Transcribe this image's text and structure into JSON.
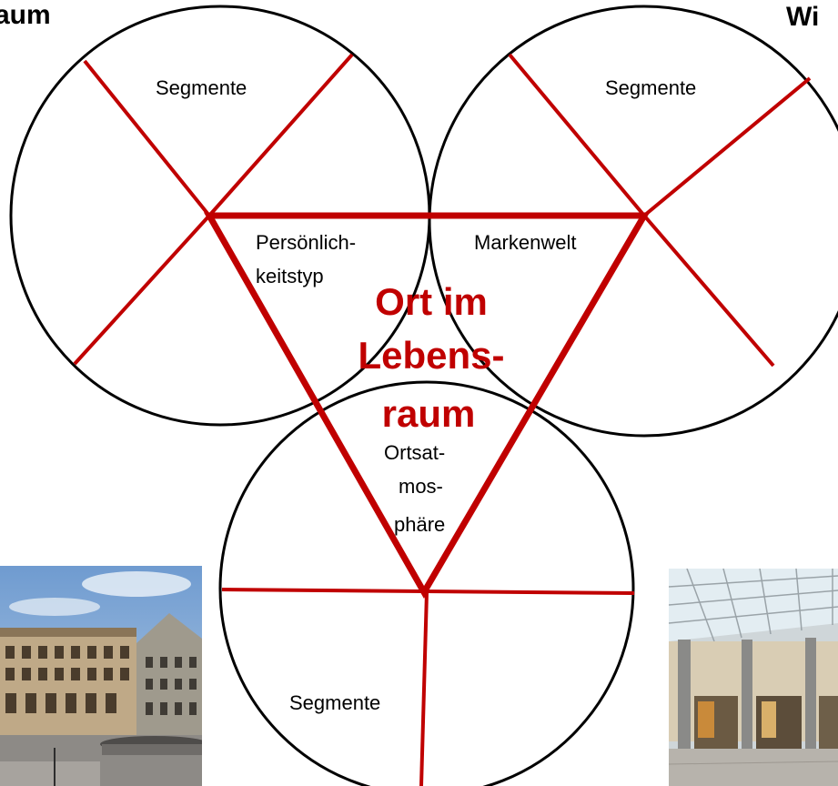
{
  "corner_titles": {
    "left": "aum",
    "right": "Wi"
  },
  "labels": {
    "segmente_left": "Segmente",
    "segmente_right": "Segmente",
    "segmente_bottom": "Segmente",
    "persoenlich_line1": "Persönlich-",
    "persoenlich_line2": "keitstyp",
    "markenwelt": "Markenwelt",
    "ortsat_line1": "Ortsat-",
    "ortsat_line2": "mos-",
    "ortsat_line3": "phäre",
    "center_line1": "Ort im",
    "center_line2": "Lebens-",
    "center_line3": "raum"
  },
  "colors": {
    "accent": "#c00000",
    "circle_stroke": "#000000",
    "text": "#000000"
  }
}
